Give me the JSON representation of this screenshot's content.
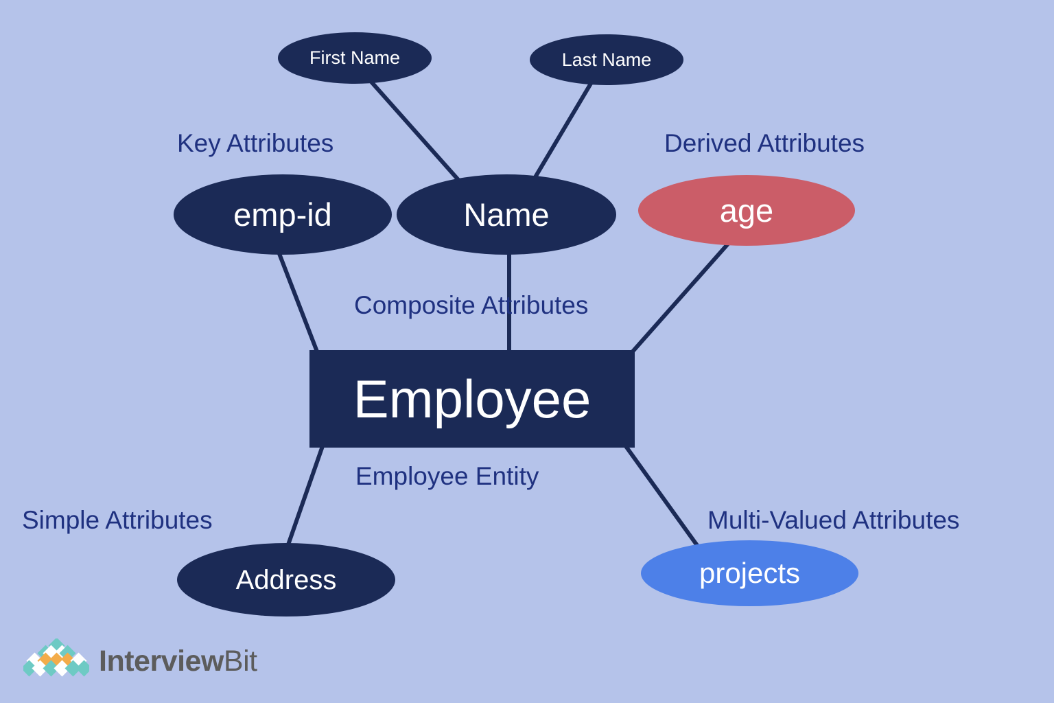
{
  "diagram": {
    "title": "Employee Entity ER Diagram",
    "type": "entity-relationship-diagram",
    "background_color": "#b5c3ea",
    "colors": {
      "navy": "#1b2a56",
      "red": "#cb5d68",
      "blue": "#4d80e8",
      "caption_text": "#1f3180",
      "node_text": "#ffffff",
      "edge": "#1b2a56"
    },
    "nodes": [
      {
        "id": "first-name",
        "label": "First Name",
        "shape": "ellipse",
        "color": "#1b2a56",
        "role": "component-attribute"
      },
      {
        "id": "last-name",
        "label": "Last Name",
        "shape": "ellipse",
        "color": "#1b2a56",
        "role": "component-attribute"
      },
      {
        "id": "emp-id",
        "label": "emp-id",
        "shape": "ellipse",
        "color": "#1b2a56",
        "role": "key-attribute"
      },
      {
        "id": "name",
        "label": "Name",
        "shape": "ellipse",
        "color": "#1b2a56",
        "role": "composite-attribute"
      },
      {
        "id": "age",
        "label": "age",
        "shape": "ellipse",
        "color": "#cb5d68",
        "role": "derived-attribute"
      },
      {
        "id": "employee",
        "label": "Employee",
        "shape": "rectangle",
        "color": "#1b2a56",
        "role": "entity"
      },
      {
        "id": "address",
        "label": "Address",
        "shape": "ellipse",
        "color": "#1b2a56",
        "role": "simple-attribute"
      },
      {
        "id": "projects",
        "label": "projects",
        "shape": "ellipse",
        "color": "#4d80e8",
        "role": "multi-valued-attribute"
      }
    ],
    "captions": [
      {
        "id": "key-attributes",
        "text": "Key Attributes"
      },
      {
        "id": "derived-attributes",
        "text": "Derived Attributes"
      },
      {
        "id": "composite-attributes",
        "text": "Composite Attributes"
      },
      {
        "id": "employee-entity",
        "text": "Employee Entity"
      },
      {
        "id": "simple-attributes",
        "text": "Simple Attributes"
      },
      {
        "id": "multi-valued-attributes",
        "text": "Multi-Valued Attributes"
      }
    ],
    "edges": [
      {
        "from": "first-name",
        "to": "name"
      },
      {
        "from": "last-name",
        "to": "name"
      },
      {
        "from": "emp-id",
        "to": "employee"
      },
      {
        "from": "name",
        "to": "employee"
      },
      {
        "from": "age",
        "to": "employee"
      },
      {
        "from": "address",
        "to": "employee"
      },
      {
        "from": "projects",
        "to": "employee"
      }
    ]
  },
  "nodes": {
    "first_name": "First Name",
    "last_name": "Last Name",
    "emp_id": "emp-id",
    "name": "Name",
    "age": "age",
    "employee": "Employee",
    "address": "Address",
    "projects": "projects"
  },
  "captions": {
    "key_attributes": "Key Attributes",
    "derived_attributes": "Derived Attributes",
    "composite_attributes": "Composite Attributes",
    "employee_entity": "Employee Entity",
    "simple_attributes": "Simple Attributes",
    "multi_valued_attributes": "Multi-Valued Attributes"
  },
  "logo": {
    "name_bold": "Interview",
    "name_light": "Bit",
    "mark_colors": {
      "teal": "#6ecac4",
      "orange": "#f3ac4a",
      "white": "#ffffff"
    },
    "wordmark_color": "#5c5c5c"
  }
}
